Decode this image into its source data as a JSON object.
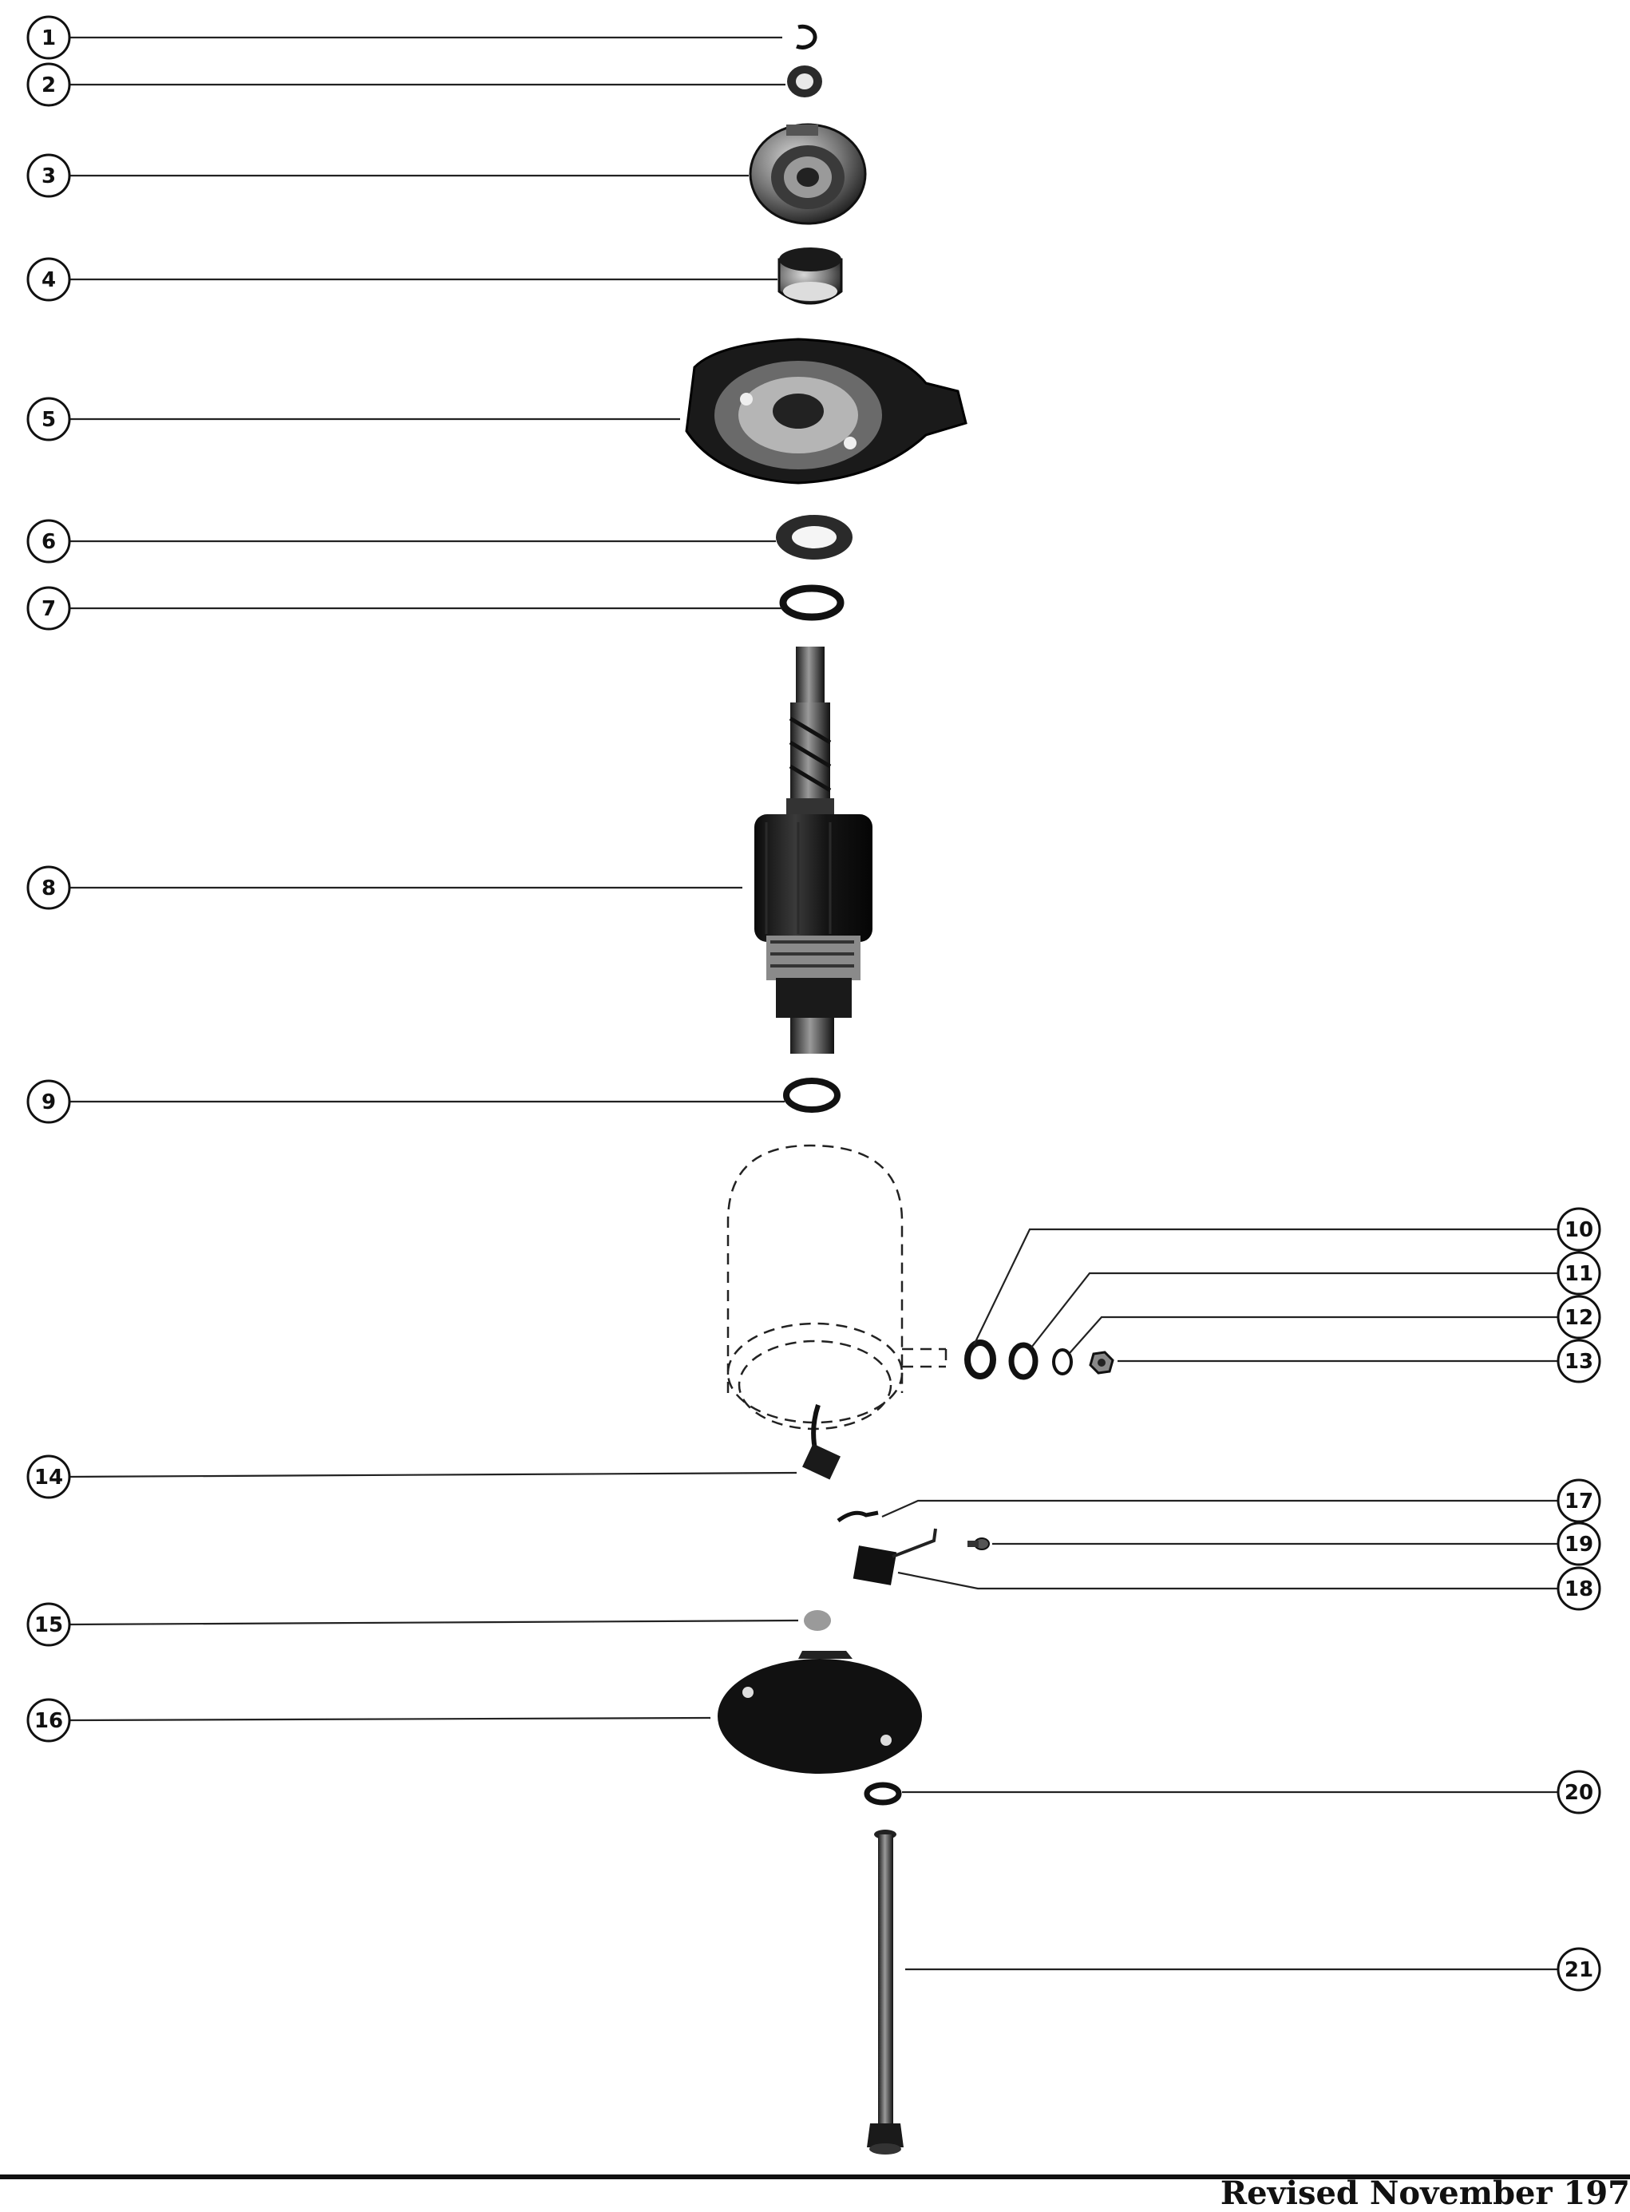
{
  "callouts": [
    {
      "number": "1"
    },
    {
      "number": "2"
    },
    {
      "number": "3"
    },
    {
      "number": "4"
    },
    {
      "number": "5"
    },
    {
      "number": "6"
    },
    {
      "number": "7"
    },
    {
      "number": "8"
    },
    {
      "number": "9"
    },
    {
      "number": "10"
    },
    {
      "number": "11"
    },
    {
      "number": "12"
    },
    {
      "number": "13"
    },
    {
      "number": "14"
    },
    {
      "number": "15"
    },
    {
      "number": "16"
    },
    {
      "number": "17"
    },
    {
      "number": "18"
    },
    {
      "number": "19"
    },
    {
      "number": "20"
    },
    {
      "number": "21"
    }
  ],
  "footer": {
    "text": "Revised November 197"
  }
}
